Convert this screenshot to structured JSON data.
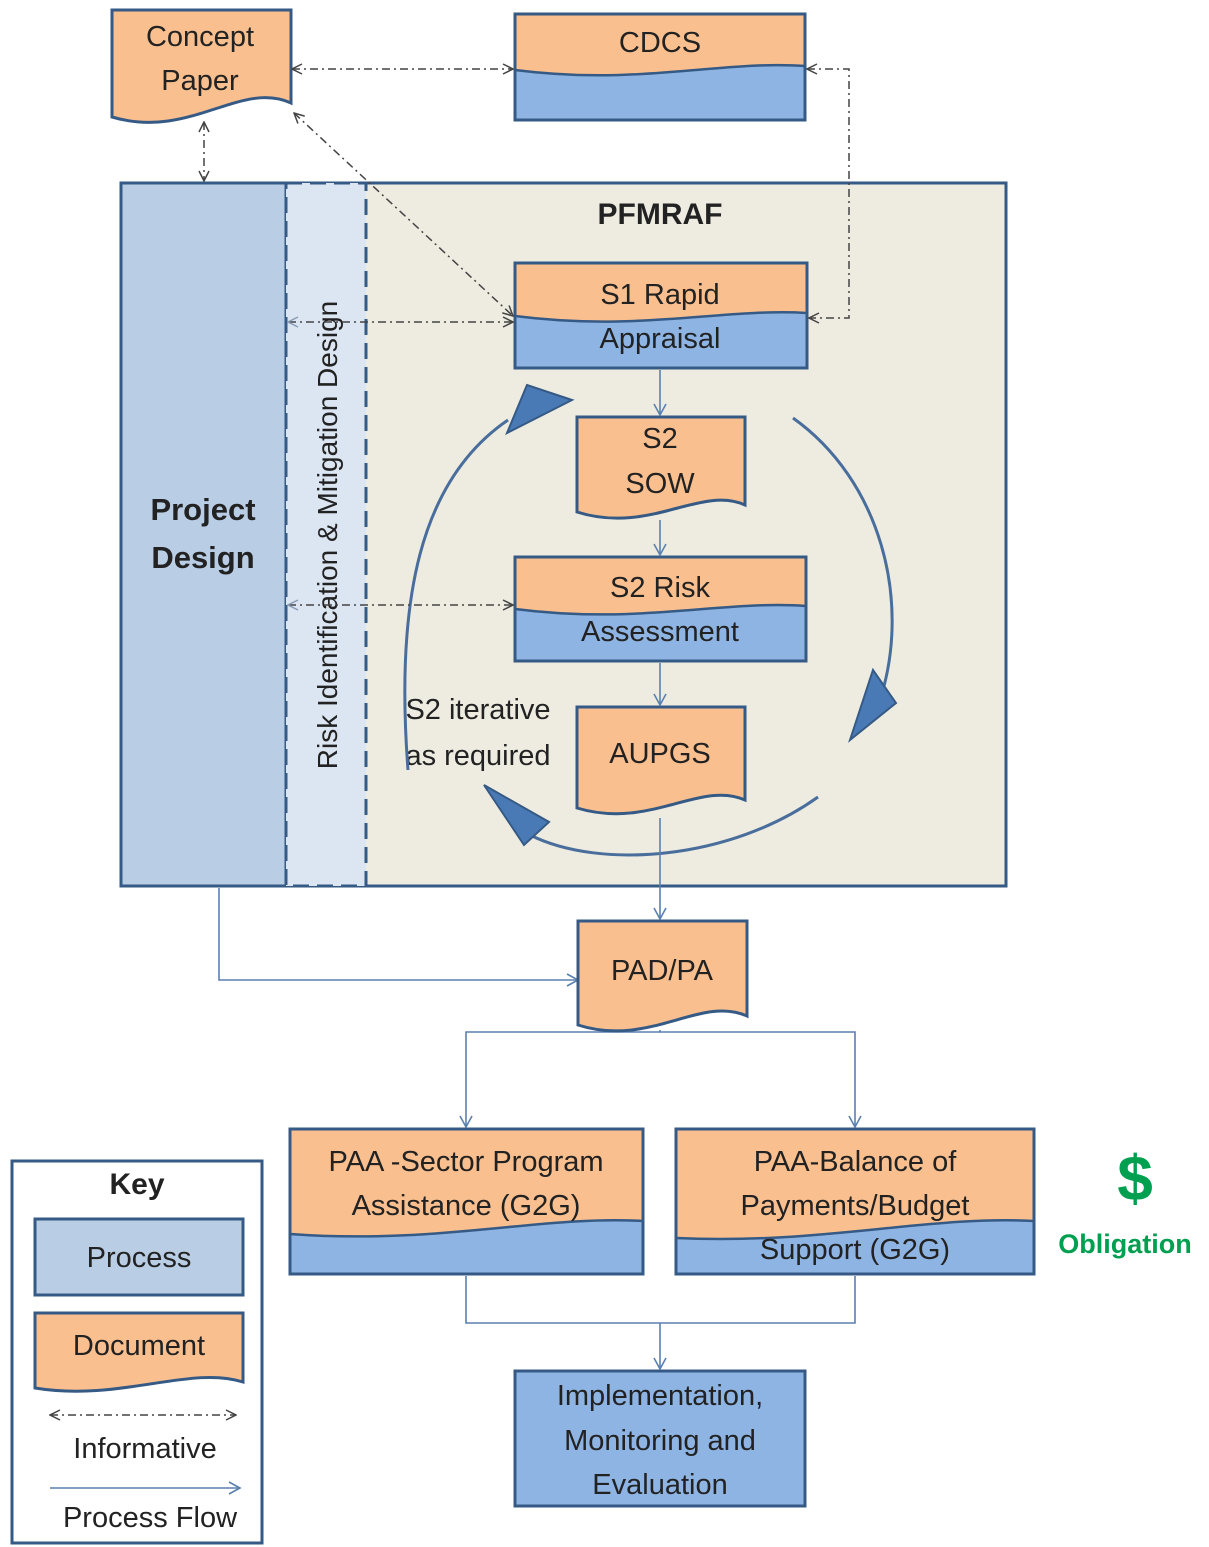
{
  "colors": {
    "orange": "#f9bf8f",
    "blue_box": "#8eb4e3",
    "blue_light": "#b9cde5",
    "blue_lighter": "#dce6f2",
    "panel_bg": "#eeece1",
    "border": "#355a85",
    "arrow_blue": "#4a7ab5",
    "green": "#00a050"
  },
  "concept_paper": {
    "line1": "Concept",
    "line2": "Paper"
  },
  "cdcs": {
    "label": "CDCS"
  },
  "pfmraf": {
    "title": "PFMRAF"
  },
  "project_design": {
    "line1": "Project",
    "line2": "Design"
  },
  "risk_column": {
    "label": "Risk  Identification & Mitigation Design"
  },
  "s1": {
    "top": "S1 Rapid",
    "bottom": "Appraisal"
  },
  "s2_sow": {
    "line1": "S2",
    "line2": "SOW"
  },
  "s2_risk": {
    "top": "S2 Risk",
    "bottom": "Assessment"
  },
  "aupgs": {
    "label": "AUPGS"
  },
  "iterative": {
    "line1": "S2 iterative",
    "line2": "as required"
  },
  "pad_pa": {
    "label": "PAD/PA"
  },
  "paa_sector": {
    "line1": "PAA -Sector  Program",
    "line2": "Assistance (G2G)"
  },
  "paa_balance": {
    "line1": "PAA-Balance  of",
    "line2": "Payments/Budget",
    "line3": "Support (G2G)"
  },
  "obligation": {
    "symbol": "$",
    "label": "Obligation"
  },
  "implementation": {
    "line1": "Implementation,",
    "line2": "Monitoring and",
    "line3": "Evaluation"
  },
  "key": {
    "title": "Key",
    "process": "Process",
    "document": "Document",
    "informative": "Informative",
    "process_flow": "Process Flow"
  }
}
